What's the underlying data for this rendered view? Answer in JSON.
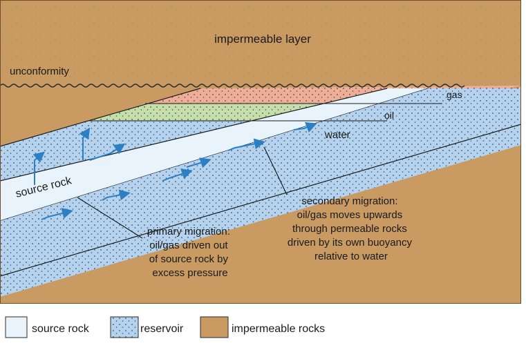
{
  "diagram": {
    "labels": {
      "impermeable_layer": "impermeable layer",
      "unconformity": "unconformity",
      "gas": "gas",
      "oil": "oil",
      "water": "water",
      "source_rock": "source rock"
    },
    "primary_migration": [
      "primary migration:",
      "oil/gas driven out",
      "of source rock by",
      "excess pressure"
    ],
    "secondary_migration": [
      "secondary migration:",
      "oil/gas moves upwards",
      "through permeable rocks",
      "driven by its own buoyancy",
      "relative to water"
    ]
  },
  "legend": {
    "source_rock": "source rock",
    "reservoir": "reservoir",
    "impermeable_rocks": "impermeable rocks"
  },
  "colors": {
    "impermeable": "#c99a62",
    "reservoir": "#b5d3ee",
    "source_rock": "#e9f3fb",
    "gas": "#eeae98",
    "oil": "#c6dfaa",
    "arrow": "#2d7fc4"
  },
  "icons": {
    "migration_arrow": "curved-arrow-icon"
  }
}
